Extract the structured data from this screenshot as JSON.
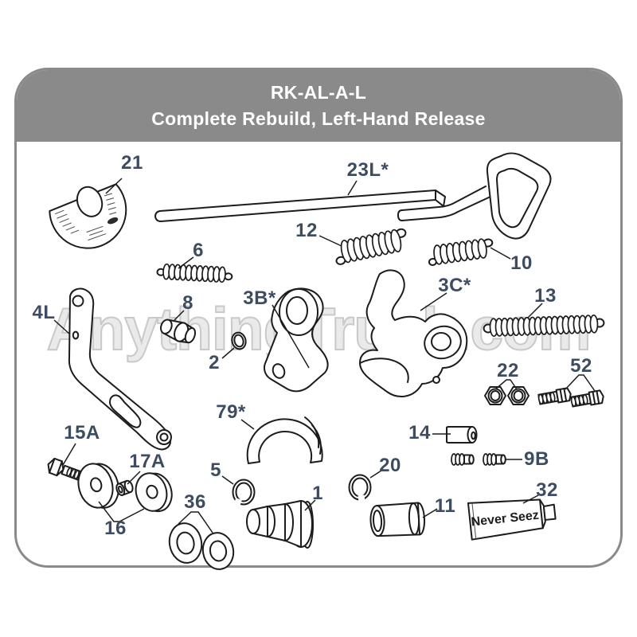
{
  "header": {
    "line1": "RK-AL-A-L",
    "line2": "Complete Rebuild, Left-Hand Release"
  },
  "watermark": {
    "text": "AnythingTruck.com"
  },
  "tube": {
    "label": "Never Seez"
  },
  "colors": {
    "header_bg": "#8a8a8a",
    "frame_border": "#8a8a8a",
    "label_color": "#3d4c60",
    "line_art": "#1c1c1c",
    "watermark_fill": "#eaeaea",
    "watermark_outline": "#c9c9c9"
  },
  "parts": [
    {
      "label": "21"
    },
    {
      "label": "23L*"
    },
    {
      "label": "12"
    },
    {
      "label": "10"
    },
    {
      "label": "6"
    },
    {
      "label": "8"
    },
    {
      "label": "3B*"
    },
    {
      "label": "3C*"
    },
    {
      "label": "13"
    },
    {
      "label": "4L"
    },
    {
      "label": "2"
    },
    {
      "label": "22"
    },
    {
      "label": "52"
    },
    {
      "label": "79*"
    },
    {
      "label": "14"
    },
    {
      "label": "15A"
    },
    {
      "label": "17A"
    },
    {
      "label": "9B"
    },
    {
      "label": "5"
    },
    {
      "label": "20"
    },
    {
      "label": "16"
    },
    {
      "label": "36"
    },
    {
      "label": "1"
    },
    {
      "label": "11"
    },
    {
      "label": "32"
    }
  ]
}
